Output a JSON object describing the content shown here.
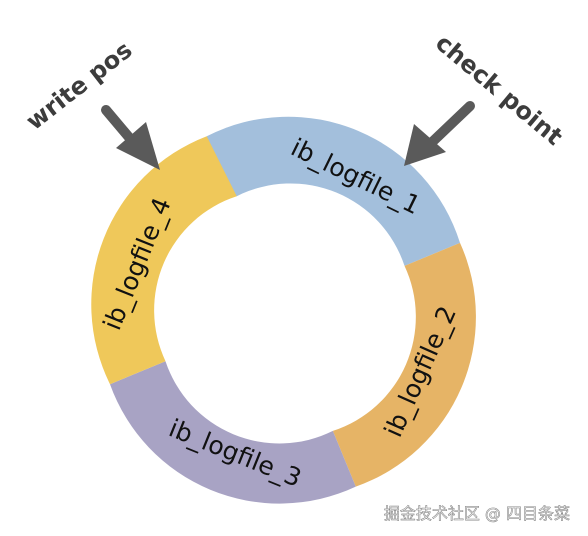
{
  "segments": [
    {
      "label": "ib_logfile_1",
      "color": "#a3bfdc"
    },
    {
      "label": "ib_logfile_2",
      "color": "#e6b466"
    },
    {
      "label": "ib_logfile_3",
      "color": "#a8a3c4"
    },
    {
      "label": "ib_logfile_4",
      "color": "#efc85a"
    }
  ],
  "pointers": {
    "write_pos": {
      "label": "write pos",
      "icon": "arrow-down-right-icon"
    },
    "check_point": {
      "label": "check point",
      "icon": "arrow-down-left-icon"
    }
  },
  "arrow_color": "#5a5a5a",
  "watermark": "掘金技术社区 @ 四目条菜"
}
